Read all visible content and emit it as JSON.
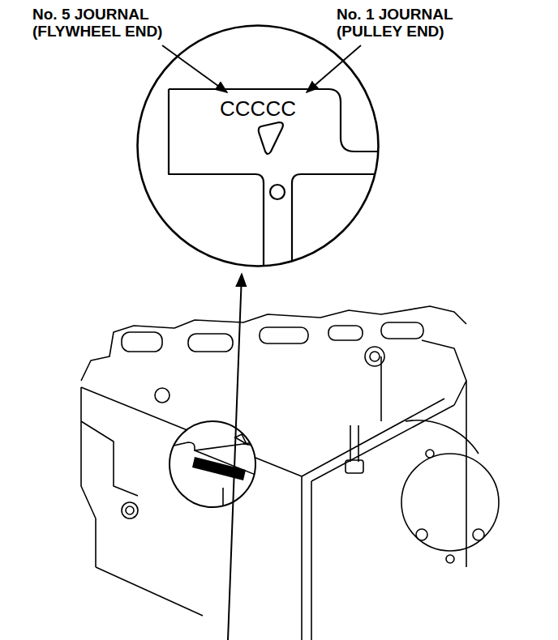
{
  "diagram": {
    "nodes": [
      {
        "text": [
          "CCCCC"
        ]
      }
    ],
    "labels": [
      "No. 5 JOURNAL (FLYWHEEL END)",
      "No. 1 JOURNAL (PULLEY END)"
    ]
  }
}
